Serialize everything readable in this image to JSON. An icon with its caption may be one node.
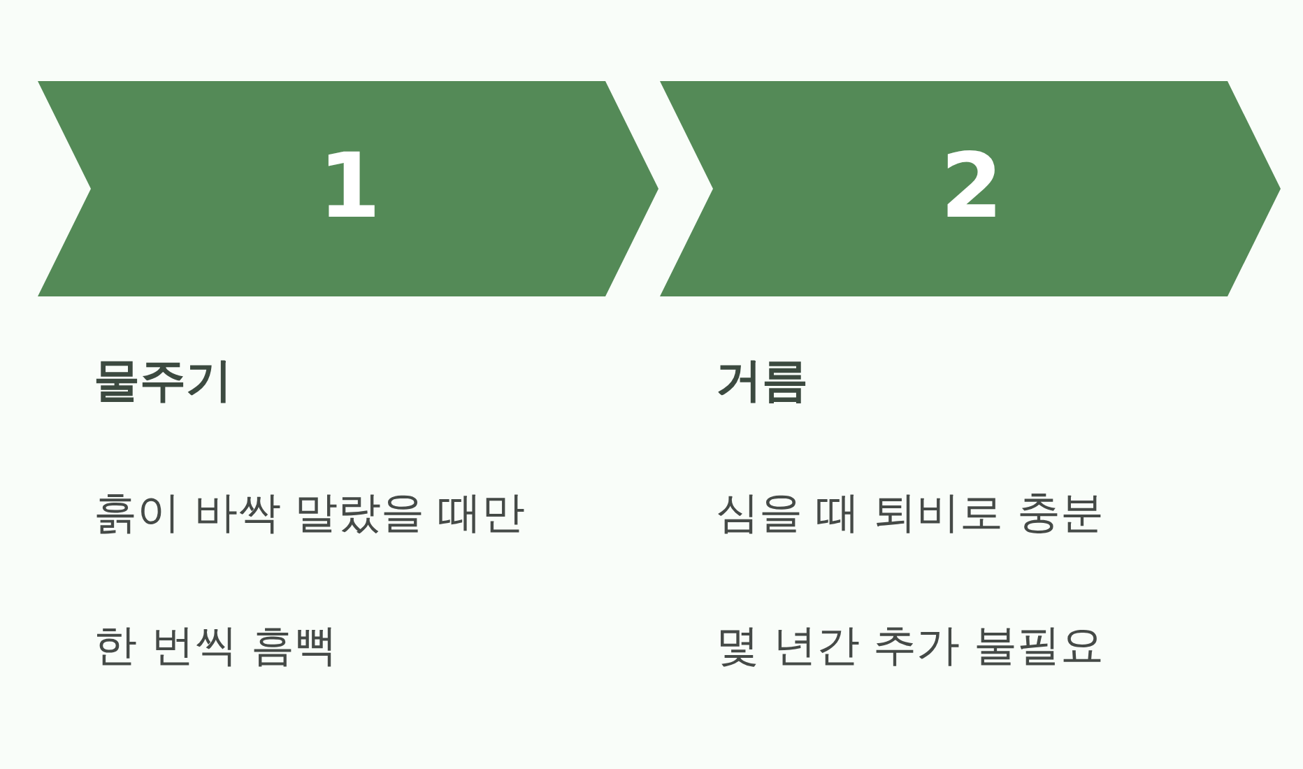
{
  "diagram": {
    "nodes": [
      {
        "text": [
          "1"
        ],
        "beside": [
          "물주기",
          "흙이 바싹 말랐을 때만",
          "한 번씩 흠뻑"
        ]
      },
      {
        "text": [
          "2"
        ],
        "beside": [
          "거름",
          "심을 때 퇴비로 충분",
          "몇 년간 추가 불필요"
        ]
      }
    ]
  }
}
